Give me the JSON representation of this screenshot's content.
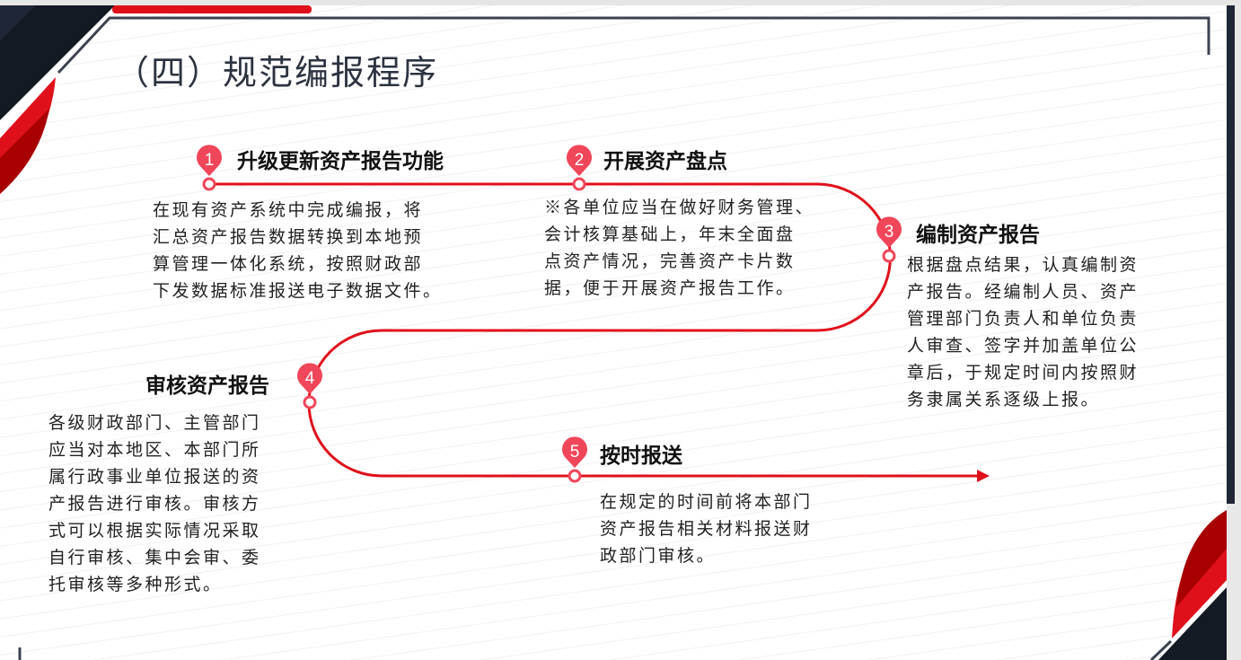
{
  "title": "（四）规范编报程序",
  "colors": {
    "accent": "#e0101b",
    "dark": "#131a24",
    "pin": "#f0465a"
  },
  "steps": [
    {
      "number": "1",
      "heading": "升级更新资产报告功能",
      "lines": [
        "在现有资产系统中完成编报，将",
        "汇总资产报告数据转换到本地预",
        "算管理一体化系统，按照财政部",
        "下发数据标准报送电子数据文件。"
      ]
    },
    {
      "number": "2",
      "heading": "开展资产盘点",
      "lines": [
        "※各单位应当在做好财务管理、",
        "会计核算基础上，年末全面盘",
        "点资产情况，完善资产卡片数",
        "据，便于开展资产报告工作。"
      ]
    },
    {
      "number": "3",
      "heading": "编制资产报告",
      "lines": [
        "根据盘点结果，认真编制资",
        "产报告。经编制人员、资产",
        "管理部门负责人和单位负责",
        "人审查、签字并加盖单位公",
        "章后，于规定时间内按照财",
        "务隶属关系逐级上报。"
      ]
    },
    {
      "number": "4",
      "heading": "审核资产报告",
      "lines": [
        "各级财政部门、主管部门",
        "应当对本地区、本部门所",
        "属行政事业单位报送的资",
        "产报告进行审核。审核方",
        "式可以根据实际情况采取",
        "自行审核、集中会审、委",
        "托审核等多种形式。"
      ]
    },
    {
      "number": "5",
      "heading": "按时报送",
      "lines": [
        "在规定的时间前将本部门",
        "资产报告相关材料报送财",
        "政部门审核。"
      ]
    }
  ]
}
